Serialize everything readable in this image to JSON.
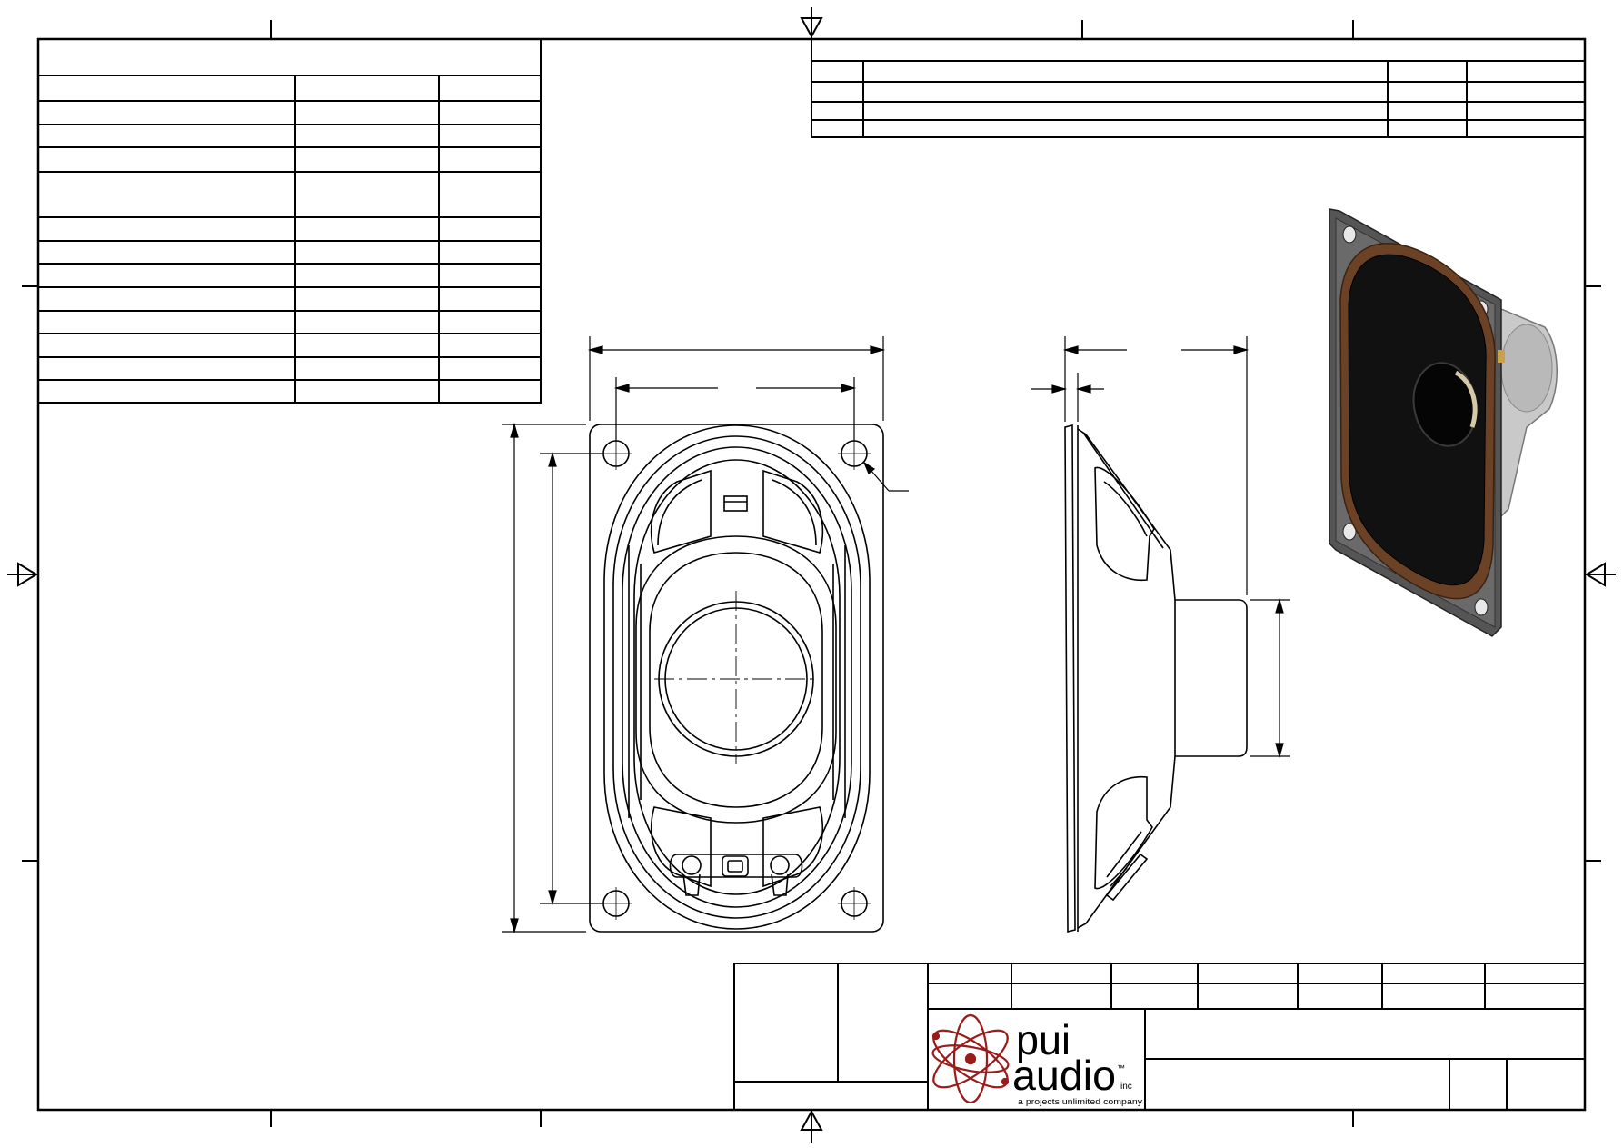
{
  "logo": {
    "brand_line1": "pui",
    "brand_line2": "audio",
    "trademark": "™",
    "suffix": "inc",
    "tagline": "a projects unlimited company",
    "brand_color": "#9b1b1b"
  },
  "line_color": "#000000",
  "photo_colors": {
    "frame": "#555555",
    "gasket": "#6b4226",
    "cone": "#111111",
    "magnet": "#b9b9b9"
  }
}
